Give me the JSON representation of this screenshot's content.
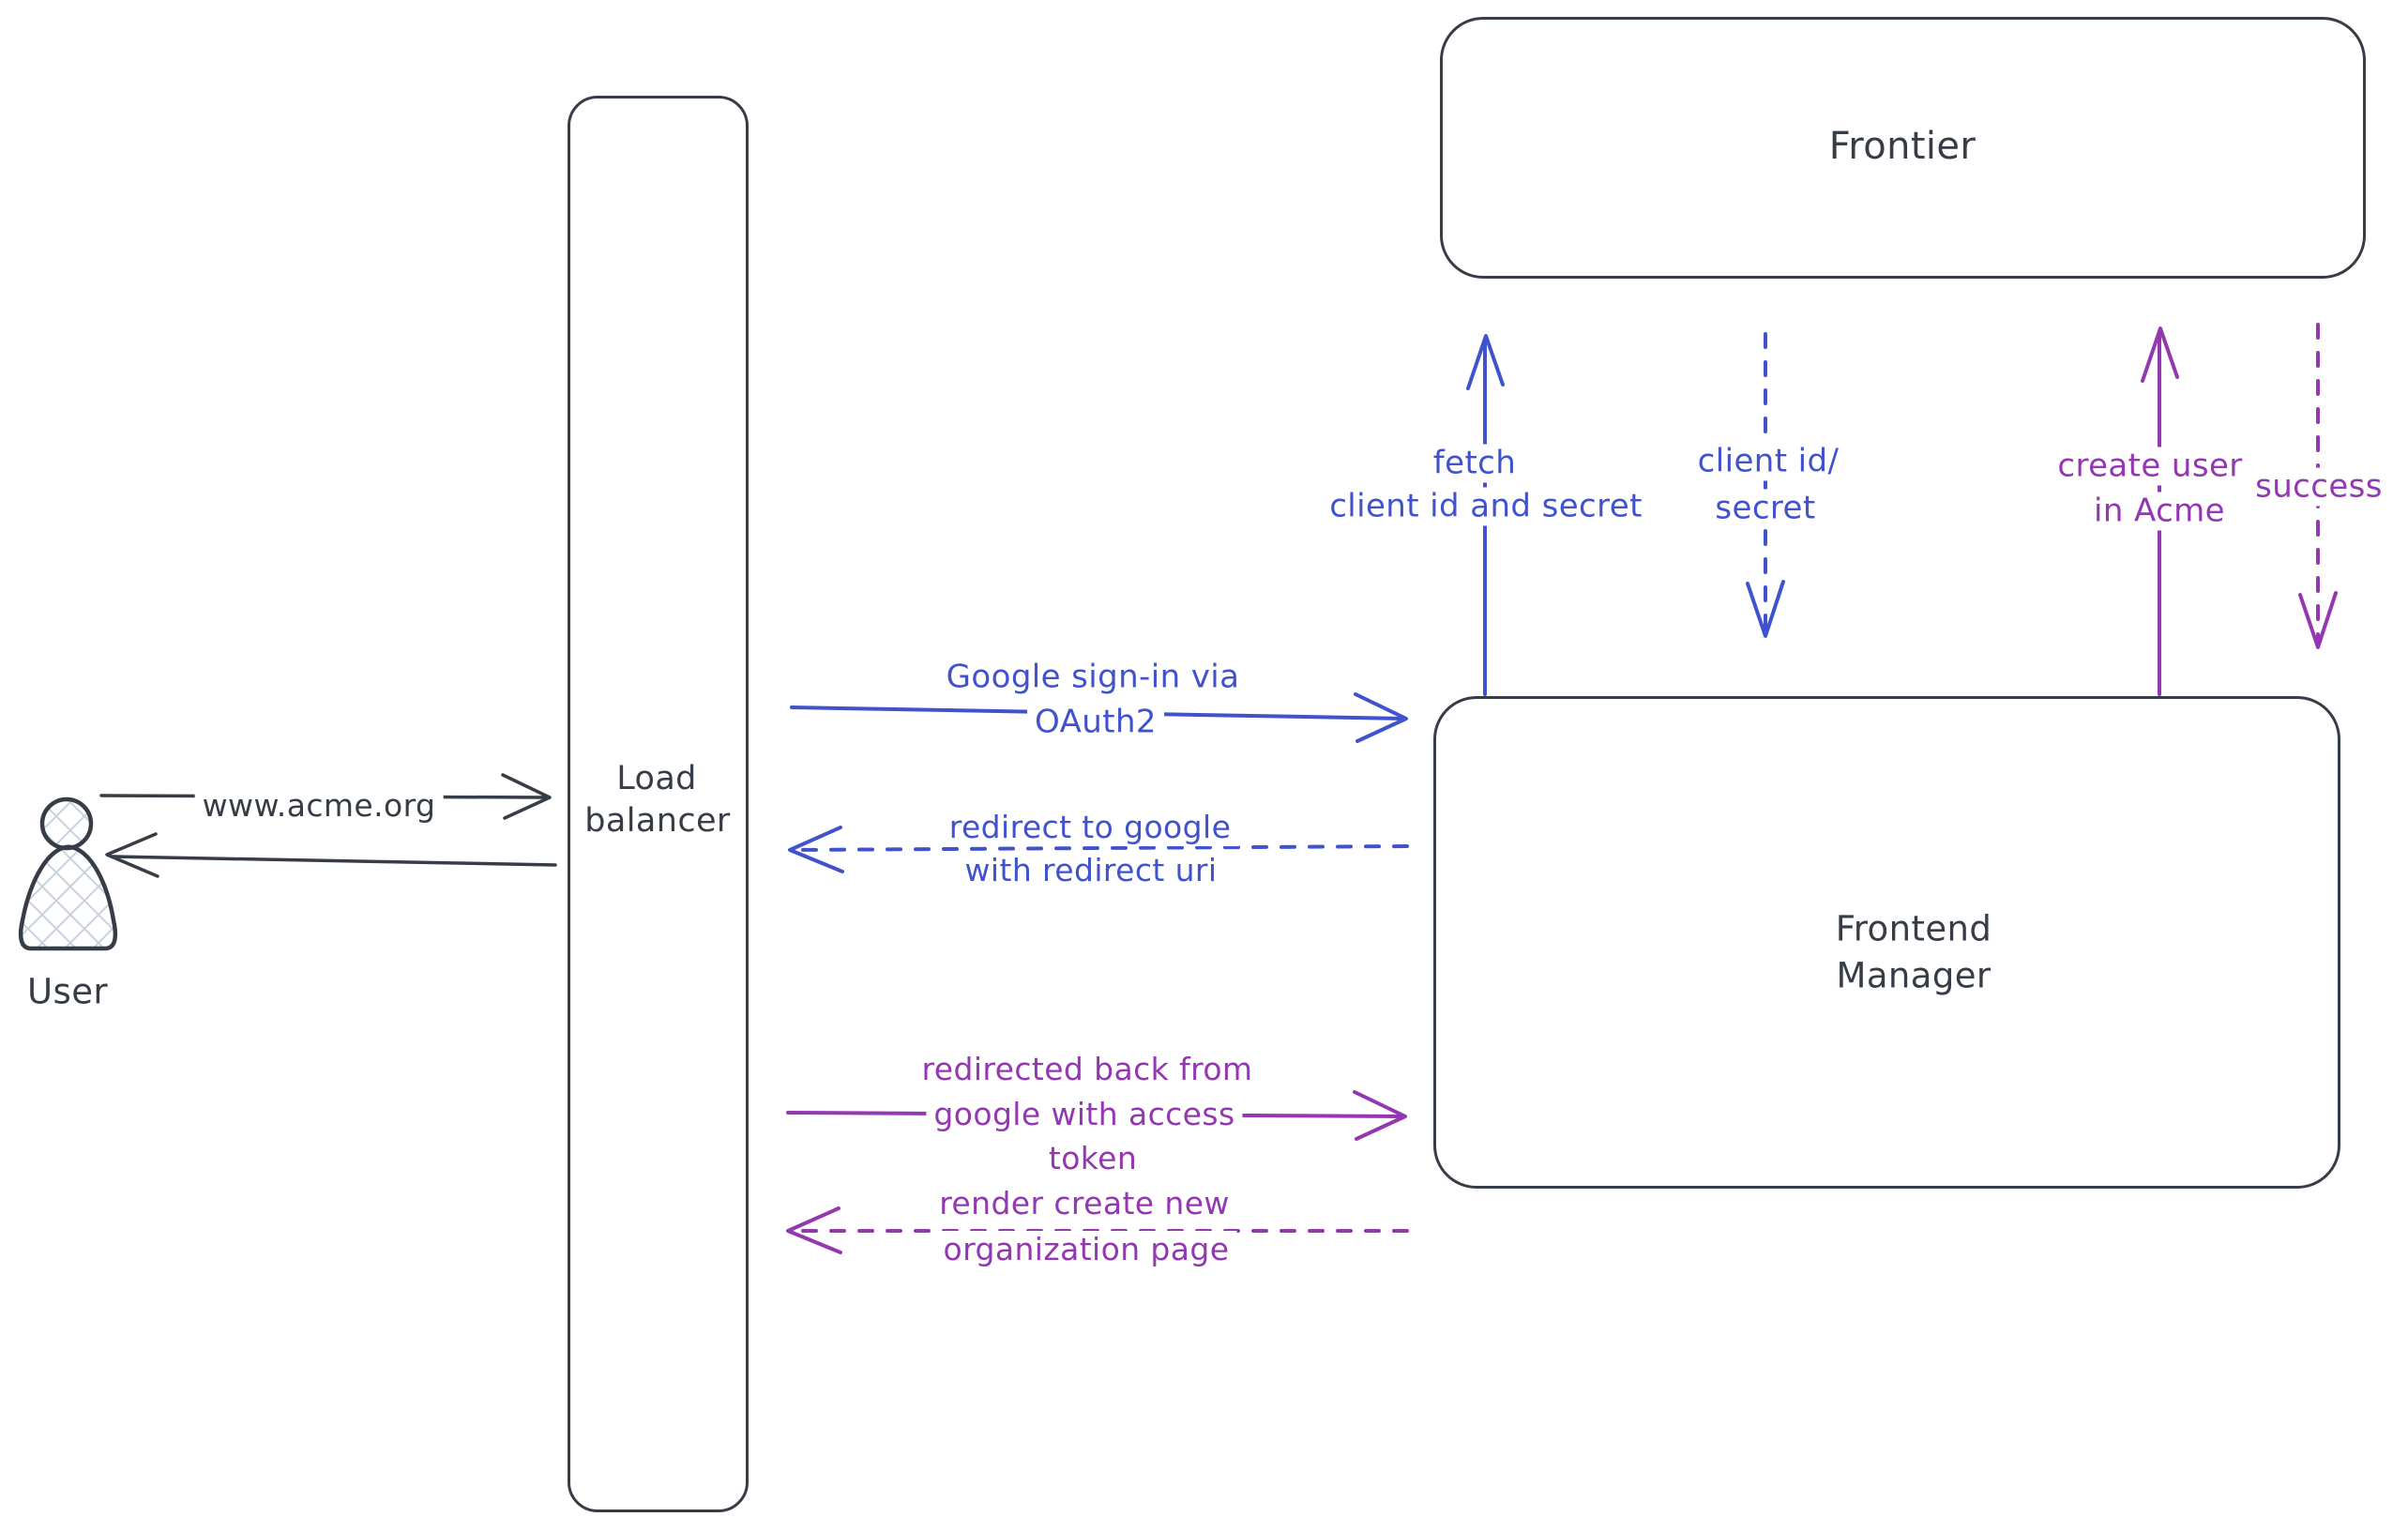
{
  "diagram_type": "hand-drawn flow diagram (OAuth sign-in flow)",
  "colors": {
    "ink": "#363d47",
    "blue": "#4053cd",
    "purple": "#9338b0",
    "hatch_fill": "#c8d1dd",
    "background": "#ffffff"
  },
  "nodes": {
    "user": {
      "label": "User"
    },
    "load_balancer": {
      "line1": "Load",
      "line2": "balancer"
    },
    "frontier": {
      "label": "Frontier"
    },
    "frontend_manager": {
      "line1": "Frontend",
      "line2": "Manager"
    }
  },
  "edges": {
    "www_acme": {
      "label": "www.acme.org",
      "style": "solid",
      "color": "#363d47",
      "from": "User",
      "to": "Load balancer"
    },
    "return_to_user": {
      "label": "",
      "style": "solid",
      "color": "#363d47",
      "from": "Load balancer",
      "to": "User"
    },
    "google_signin": {
      "line1": "Google sign-in via",
      "line2": "OAuth2",
      "style": "solid",
      "color": "#4053cd",
      "from": "Load balancer",
      "to": "Frontend Manager"
    },
    "redirect_to_google": {
      "line1": "redirect to google",
      "line2": "with redirect uri",
      "style": "dashed",
      "color": "#4053cd",
      "from": "Frontend Manager",
      "to": "Load balancer"
    },
    "redirected_back": {
      "line1": "redirected back from",
      "line2": "google with access",
      "line3": "token",
      "style": "solid",
      "color": "#9338b0",
      "from": "Load balancer",
      "to": "Frontend Manager"
    },
    "render_create": {
      "line1": "render create new",
      "line2": "organization page",
      "style": "dashed",
      "color": "#9338b0",
      "from": "Frontend Manager",
      "to": "Load balancer"
    },
    "fetch_client": {
      "line1": "fetch",
      "line2": "client id and secret",
      "style": "solid",
      "color": "#4053cd",
      "from": "Frontend Manager",
      "to": "Frontier"
    },
    "client_id_secret": {
      "line1": "client id/",
      "line2": "secret",
      "style": "dashed",
      "color": "#4053cd",
      "from": "Frontier",
      "to": "Frontend Manager"
    },
    "create_user": {
      "line1": "create user",
      "line2": "in Acme",
      "style": "solid",
      "color": "#9338b0",
      "from": "Frontend Manager",
      "to": "Frontier"
    },
    "success": {
      "label": "success",
      "style": "dashed",
      "color": "#9338b0",
      "from": "Frontier",
      "to": "Frontend Manager"
    }
  }
}
